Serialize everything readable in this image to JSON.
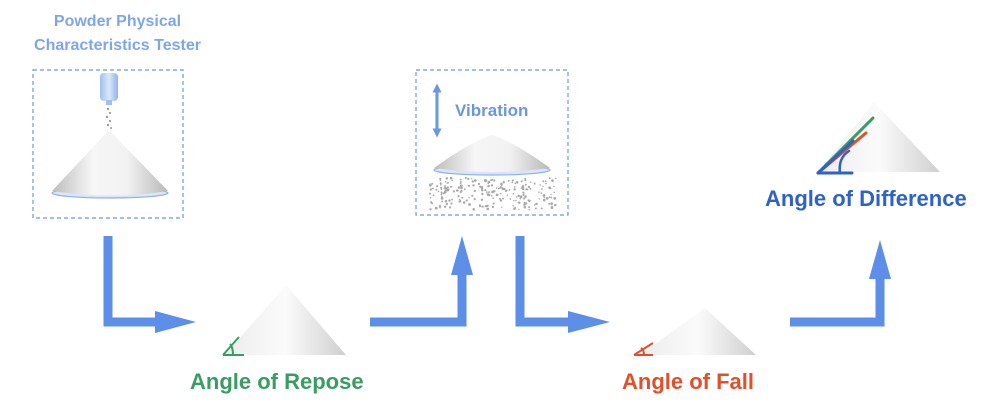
{
  "tester_title": {
    "line1": "Powder Physical",
    "line2": "Characteristics Tester"
  },
  "labels": {
    "vibration": "Vibration",
    "angle_of_repose": "Angle of Repose",
    "angle_of_fall": "Angle of Fall",
    "angle_of_difference": "Angle of Difference"
  },
  "colors": {
    "arrow": "#5d8ee8",
    "tester_title": "#7fa6e8",
    "repose": "#3a9c63",
    "fall": "#e0502a",
    "difference": "#2d63c7",
    "dashed_box": "#6f98dc"
  }
}
